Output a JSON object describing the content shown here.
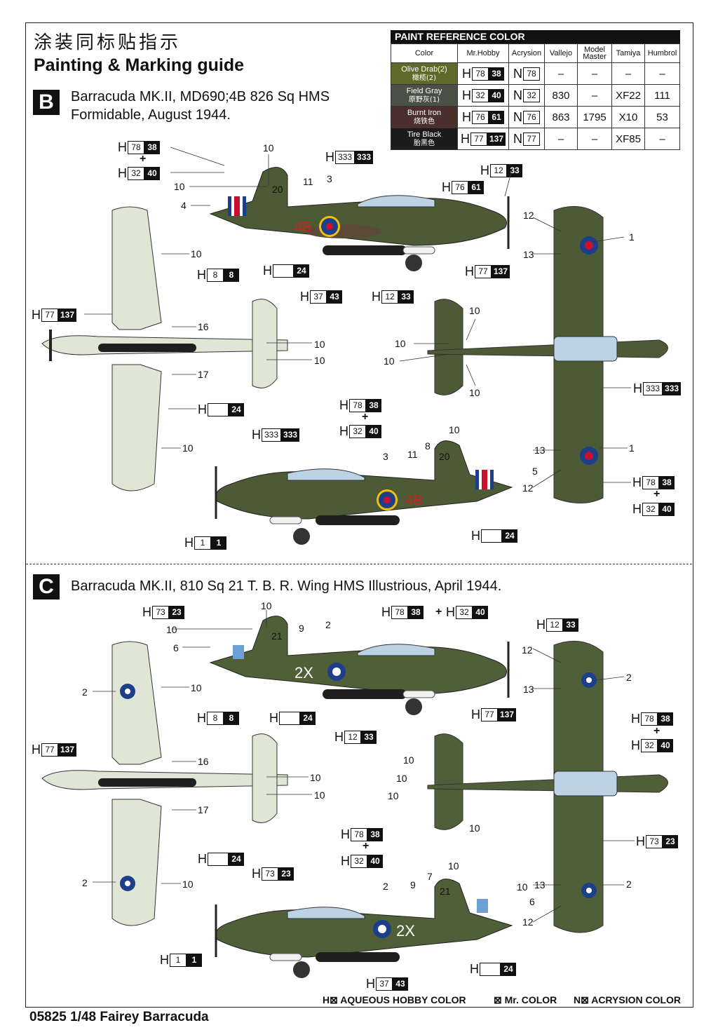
{
  "header": {
    "title_cn": "涂装同标贴指示",
    "title_en": "Painting & Marking guide"
  },
  "paint_table": {
    "title": "PAINT  REFERENCE COLOR",
    "columns": [
      "Color",
      "Mr.Hobby",
      "Acrysion",
      "Vallejo",
      "Model Master",
      "Tamiya",
      "Humbrol"
    ],
    "rows": [
      {
        "name": "Olive Drab(2)",
        "name_cn": "橄榄(2)",
        "color": "#5f6a2a",
        "h_w": "78",
        "h_b": "38",
        "n": "78",
        "vallejo": "–",
        "mm": "–",
        "tamiya": "–",
        "humbrol": "–"
      },
      {
        "name": "Field Gray",
        "name_cn": "原野灰(1)",
        "color": "#4a5045",
        "h_w": "32",
        "h_b": "40",
        "n": "32",
        "vallejo": "830",
        "mm": "–",
        "tamiya": "XF22",
        "humbrol": "111"
      },
      {
        "name": "Burnt Iron",
        "name_cn": "烧铁色",
        "color": "#4a2f2d",
        "h_w": "76",
        "h_b": "61",
        "n": "76",
        "vallejo": "863",
        "mm": "1795",
        "tamiya": "X10",
        "humbrol": "53"
      },
      {
        "name": "Tire Black",
        "name_cn": "胎黑色",
        "color": "#1b1b1b",
        "h_w": "77",
        "h_b": "137",
        "n": "77",
        "vallejo": "–",
        "mm": "–",
        "tamiya": "XF85",
        "humbrol": "–"
      }
    ]
  },
  "section_b": {
    "letter": "B",
    "line1": "Barracuda MK.II, MD690;4B 826 Sq HMS",
    "line2": "Formidable, August 1944.",
    "code": "4B"
  },
  "section_c": {
    "letter": "C",
    "line1": "Barracuda MK.II, 810 Sq 21 T. B. R. Wing HMS Illustrious, April 1944.",
    "code": "2X"
  },
  "callouts": {
    "b_side_top": [
      {
        "h_w": "78",
        "h_b": "38"
      },
      {
        "h_w": "32",
        "h_b": "40"
      },
      {
        "h_w": "333",
        "h_b": "333"
      },
      {
        "h_w": "12",
        "h_b": "33"
      },
      {
        "h_w": "76",
        "h_b": "61"
      },
      {
        "h_w": "8",
        "h_b": "8"
      },
      {
        "h_w": "",
        "h_b": "24"
      },
      {
        "h_w": "77",
        "h_b": "137"
      },
      {
        "h_w": "37",
        "h_b": "43"
      },
      {
        "h_w": "12",
        "h_b": "33"
      }
    ],
    "b_left": [
      {
        "h_w": "77",
        "h_b": "137"
      },
      {
        "h_w": "",
        "h_b": "24"
      }
    ],
    "b_right": [
      {
        "h_w": "333",
        "h_b": "333"
      },
      {
        "h_w": "78",
        "h_b": "38"
      },
      {
        "h_w": "32",
        "h_b": "40"
      }
    ],
    "b_side_bottom": [
      {
        "h_w": "78",
        "h_b": "38"
      },
      {
        "h_w": "32",
        "h_b": "40"
      },
      {
        "h_w": "333",
        "h_b": "333"
      },
      {
        "h_w": "1",
        "h_b": "1"
      },
      {
        "h_w": "",
        "h_b": "24"
      }
    ],
    "c_side_top": [
      {
        "h_w": "73",
        "h_b": "23"
      },
      {
        "h_w": "78",
        "h_b": "38"
      },
      {
        "h_w": "32",
        "h_b": "40"
      },
      {
        "h_w": "12",
        "h_b": "33"
      },
      {
        "h_w": "8",
        "h_b": "8"
      },
      {
        "h_w": "",
        "h_b": "24"
      },
      {
        "h_w": "77",
        "h_b": "137"
      },
      {
        "h_w": "12",
        "h_b": "33"
      }
    ],
    "c_left": [
      {
        "h_w": "77",
        "h_b": "137"
      },
      {
        "h_w": "",
        "h_b": "24"
      }
    ],
    "c_right": [
      {
        "h_w": "78",
        "h_b": "38"
      },
      {
        "h_w": "32",
        "h_b": "40"
      },
      {
        "h_w": "73",
        "h_b": "23"
      }
    ],
    "c_side_bottom": [
      {
        "h_w": "78",
        "h_b": "38"
      },
      {
        "h_w": "32",
        "h_b": "40"
      },
      {
        "h_w": "73",
        "h_b": "23"
      },
      {
        "h_w": "1",
        "h_b": "1"
      },
      {
        "h_w": "",
        "h_b": "24"
      },
      {
        "h_w": "37",
        "h_b": "43"
      }
    ]
  },
  "numbers": {
    "b": [
      "10",
      "10",
      "4",
      "20",
      "11",
      "3",
      "12",
      "1",
      "13",
      "10",
      "16",
      "17",
      "10",
      "10",
      "10",
      "10",
      "10",
      "10",
      "10",
      "10",
      "8",
      "11",
      "3",
      "20",
      "5",
      "13",
      "1",
      "12"
    ],
    "c": [
      "10",
      "10",
      "6",
      "21",
      "9",
      "2",
      "12",
      "2",
      "13",
      "2",
      "10",
      "16",
      "17",
      "10",
      "10",
      "10",
      "10",
      "10",
      "10",
      "2",
      "10",
      "10",
      "9",
      "7",
      "21",
      "10",
      "6",
      "13",
      "2",
      "12",
      "2"
    ]
  },
  "footer": {
    "code": "05825 1/48  Fairey Barracuda",
    "legend_h": "H⊠ AQUEOUS HOBBY COLOR",
    "legend_m": "⊠ Mr. COLOR",
    "legend_n": "N⊠ ACRYSION COLOR"
  },
  "colors": {
    "olive_drab": "#5f6a2a",
    "dark_green": "#4a5a3a",
    "sky": "#dfe6d6",
    "roundel_red": "#c8102e",
    "roundel_blue": "#1d3f8a",
    "code_red": "#d62020"
  }
}
